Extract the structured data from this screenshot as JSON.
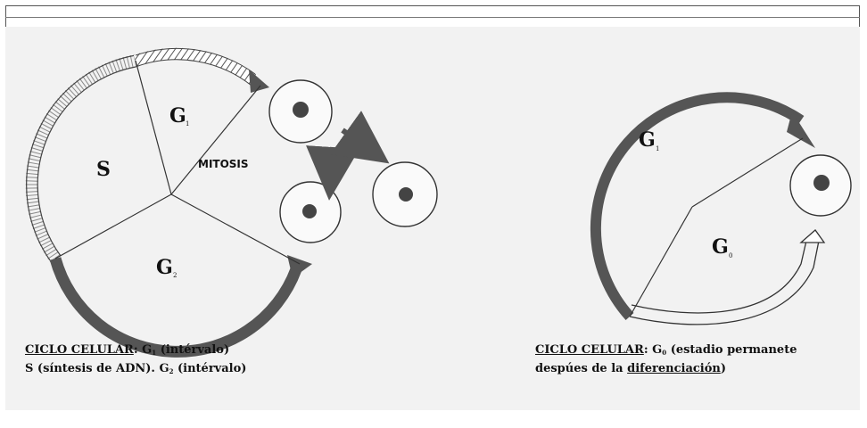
{
  "left_diagram": {
    "labels": {
      "g1": "G",
      "g1_sub": "1",
      "s": "S",
      "mitosis": "MITOSIS",
      "g2": "G",
      "g2_sub": "2"
    },
    "caption": {
      "line1_title": "CICLO CELULAR",
      "line1_colon": ":",
      "line1_g": "G",
      "line1_sub": "1",
      "line1_rest": "(intérvalo)",
      "line2_text": "S (síntesis de ADN). G",
      "line2_sub": "2",
      "line2_rest": "(intérvalo)"
    }
  },
  "right_diagram": {
    "labels": {
      "g1": "G",
      "g1_sub": "1",
      "g0": "G",
      "g0_sub": "0"
    },
    "caption": {
      "line1_title": "CICLO CELULAR",
      "line1_colon": ":",
      "line1_g": "G",
      "line1_sub": "0",
      "line1_rest": "(estadio permanete",
      "line2_text": "despúes de la ",
      "line2_link": "diferenciación",
      "line2_close": ")"
    }
  },
  "colors": {
    "dark_arc": "#555555",
    "line": "#333333",
    "nucleus": "#444444"
  }
}
